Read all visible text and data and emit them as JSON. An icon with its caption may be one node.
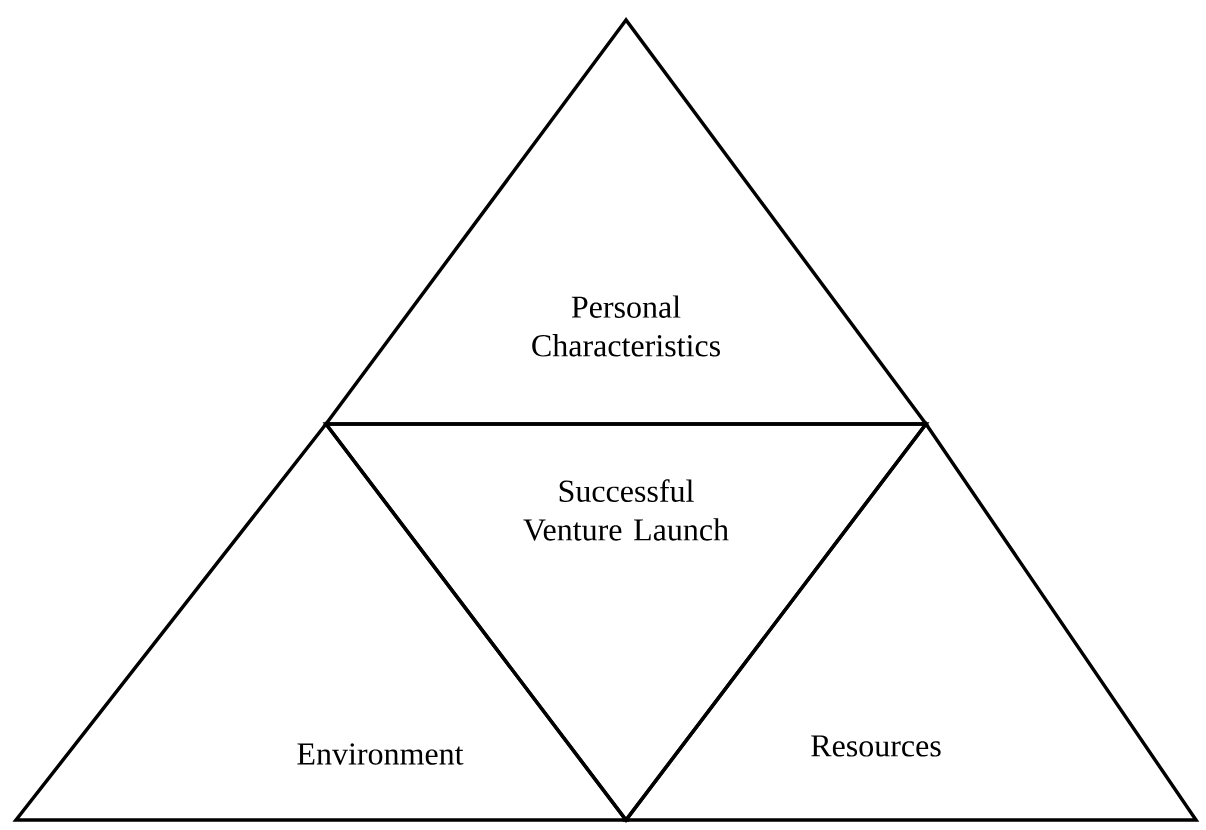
{
  "diagram": {
    "nodes": [
      {
        "text": [
          "Personal Characteristics"
        ]
      },
      {
        "text": [
          "Successful Venture Launch"
        ]
      },
      {
        "text": [
          "Environment"
        ]
      },
      {
        "text": [
          "Resources"
        ]
      }
    ]
  }
}
